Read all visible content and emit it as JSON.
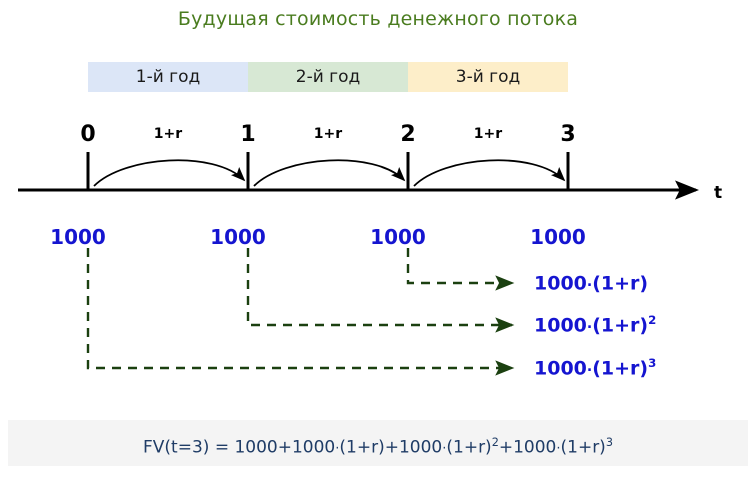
{
  "title": "Будущая стоимость денежного потока",
  "colors": {
    "title": "#4a7c1f",
    "cash_flow": "#1515d0",
    "dashed_arrow": "#1b4010",
    "band_year1": "#dce6f7",
    "band_year2": "#d7e8d4",
    "band_year3": "#fdeec9",
    "formula_text": "#1f3c66",
    "formula_background": "#f4f4f4",
    "axis": "#000000"
  },
  "year_bands": [
    {
      "label": "1-й год"
    },
    {
      "label": "2-й год"
    },
    {
      "label": "3-й год"
    }
  ],
  "timeline": {
    "axis_label": "t",
    "ticks": [
      {
        "label": "0"
      },
      {
        "label": "1"
      },
      {
        "label": "2"
      },
      {
        "label": "3"
      }
    ],
    "growth_arrows": [
      {
        "label": "1+r"
      },
      {
        "label": "1+r"
      },
      {
        "label": "1+r"
      }
    ]
  },
  "cash_flows": [
    {
      "value": "1000"
    },
    {
      "value": "1000"
    },
    {
      "value": "1000"
    },
    {
      "value": "1000"
    }
  ],
  "results": [
    {
      "base": "1000",
      "dot": "·",
      "factor": "(1+r)",
      "exponent": ""
    },
    {
      "base": "1000",
      "dot": "·",
      "factor": "(1+r)",
      "exponent": "2"
    },
    {
      "base": "1000",
      "dot": "·",
      "factor": "(1+r)",
      "exponent": "3"
    }
  ],
  "formula": {
    "lhs": "FV(t=3) = ",
    "term1": "1000",
    "plus1": "+",
    "term2_base": "1000",
    "term2_dot": "·",
    "term2_factor": "(1+r)",
    "plus2": "+",
    "term3_base": "1000",
    "term3_dot": "·",
    "term3_factor": "(1+r)",
    "term3_exp": "2",
    "plus3": "+",
    "term4_base": "1000",
    "term4_dot": "·",
    "term4_factor": "(1+r)",
    "term4_exp": "3"
  }
}
